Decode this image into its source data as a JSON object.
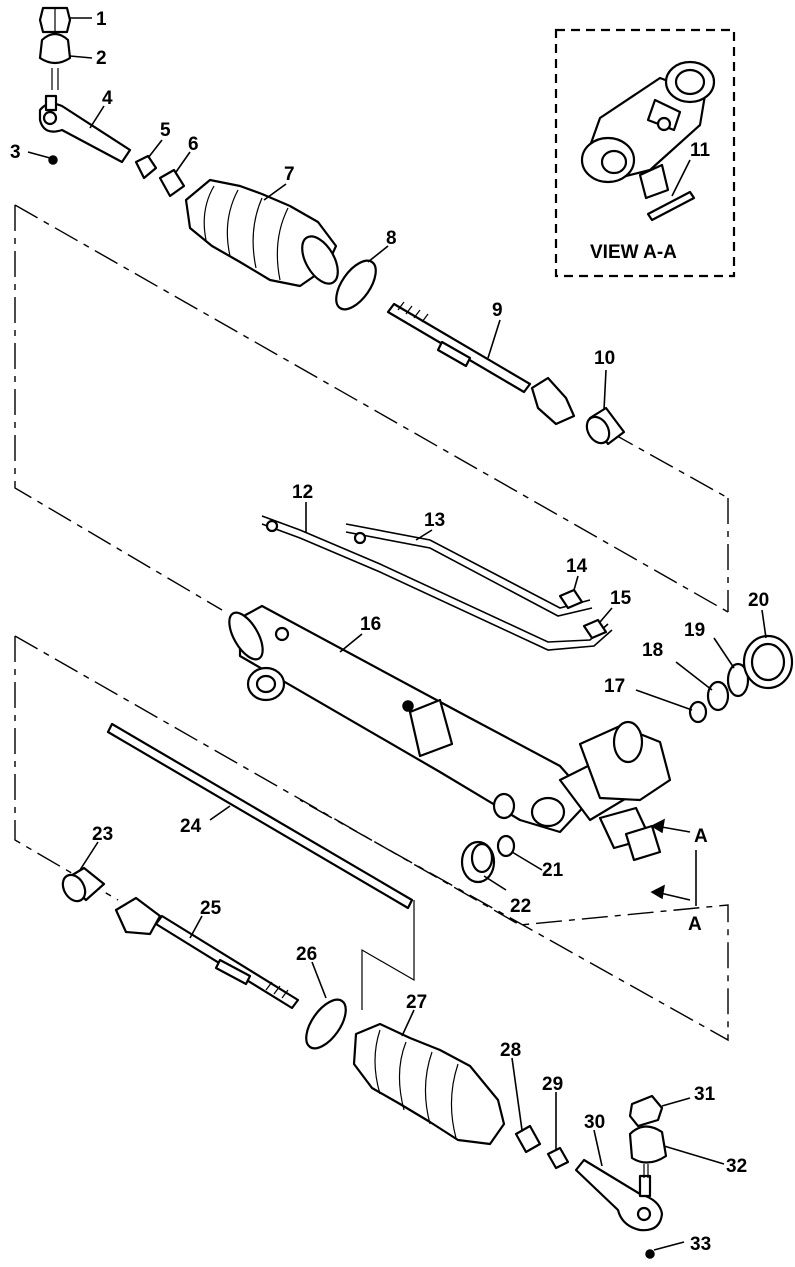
{
  "diagram": {
    "view_title": "VIEW A-A",
    "section_marks": [
      "A",
      "A"
    ],
    "callouts": [
      "1",
      "2",
      "3",
      "4",
      "5",
      "6",
      "7",
      "8",
      "9",
      "10",
      "11",
      "12",
      "13",
      "14",
      "15",
      "16",
      "17",
      "18",
      "19",
      "20",
      "21",
      "22",
      "23",
      "24",
      "25",
      "26",
      "27",
      "28",
      "29",
      "30",
      "31",
      "32",
      "33"
    ]
  }
}
